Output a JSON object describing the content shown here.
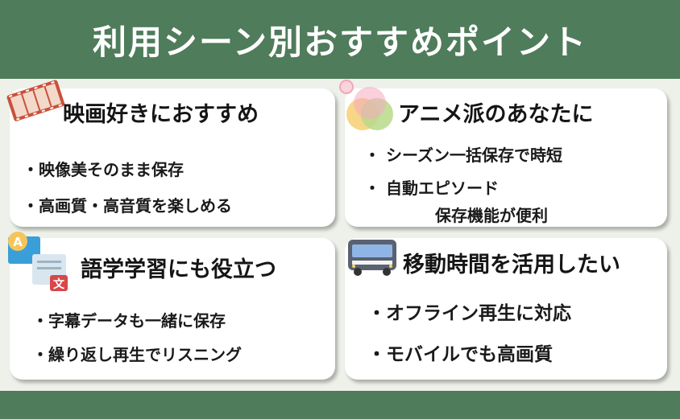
{
  "header": {
    "title": "利用シーン別おすすめポイント"
  },
  "cards": [
    {
      "title": "映画好きにおすすめ",
      "icon": "film-reel-icon",
      "items": [
        "・映像美そのまま保存",
        "・高画質・高音質を楽しめる"
      ]
    },
    {
      "title": "アニメ派のあなたに",
      "icon": "overlapping-circles-icon",
      "items": [
        "・  シーズン一括保存で時短",
        "・  自動エピソード",
        "保存機能が便利"
      ]
    },
    {
      "title": "語学学習にも役立つ",
      "icon": "translate-icon",
      "icon_letters": [
        "A",
        "文"
      ],
      "items": [
        "・字幕データも一緒に保存",
        "・繰り返し再生でリスニング"
      ]
    },
    {
      "title": "移動時間を活用したい",
      "icon": "bus-icon",
      "items": [
        "・オフライン再生に対応",
        "・モバイルでも高画質"
      ]
    }
  ],
  "colors": {
    "header_bg": "#4f7c5b",
    "page_bg": "#eef1ea",
    "card_bg": "#ffffff"
  }
}
